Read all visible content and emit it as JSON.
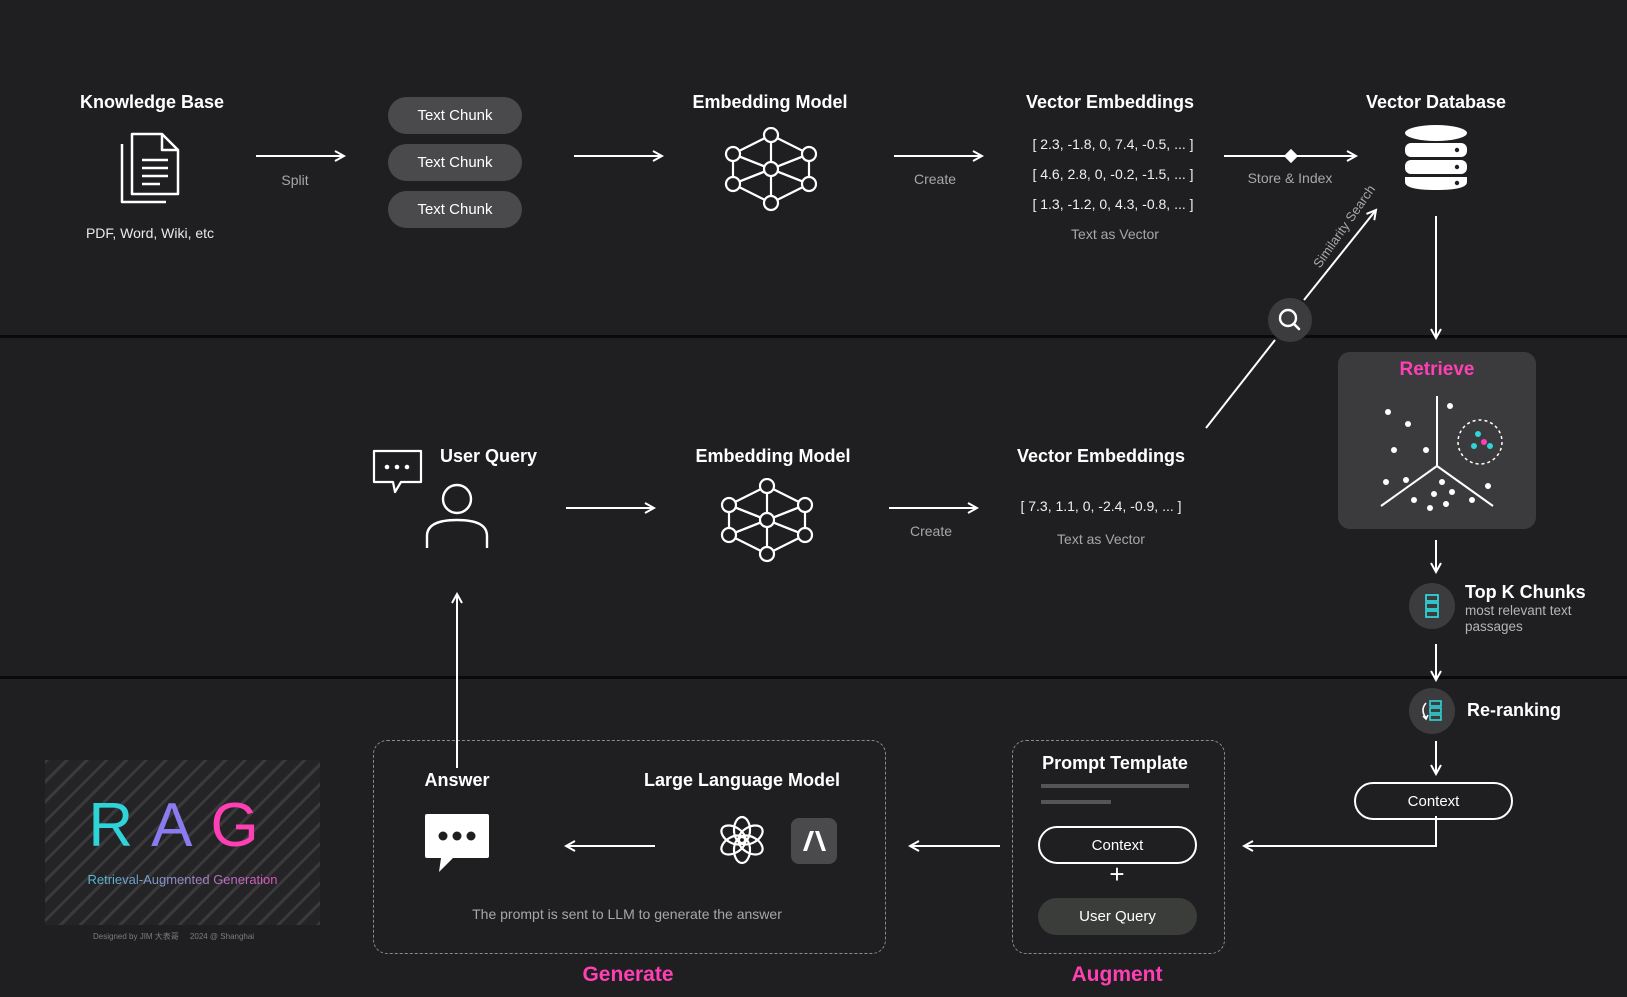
{
  "indexing": {
    "knowledge_base": {
      "title": "Knowledge Base",
      "caption": "PDF, Word, Wiki, etc"
    },
    "split_label": "Split",
    "chunks": [
      "Text Chunk",
      "Text Chunk",
      "Text Chunk"
    ],
    "embedding_model": "Embedding Model",
    "create_label": "Create",
    "vector_embeddings": {
      "title": "Vector Embeddings",
      "rows": [
        "[ 2.3, -1.8, 0, 7.4, -0.5, ... ]",
        "[ 4.6, 2.8, 0, -0.2, -1.5, ... ]",
        "[ 1.3, -1.2, 0, 4.3, -0.8, ... ]"
      ],
      "caption": "Text as Vector"
    },
    "store_label": "Store & Index",
    "vector_database": "Vector Database",
    "similarity_label": "Similarity Search"
  },
  "query": {
    "user_query": "User Query",
    "embedding_model": "Embedding Model",
    "create_label": "Create",
    "vector_embeddings": {
      "title": "Vector Embeddings",
      "row": "[ 7.3, 1.1, 0, -2.4, -0.9, ... ]",
      "caption": "Text as Vector"
    },
    "retrieve": "Retrieve",
    "top_k": {
      "title": "Top K Chunks",
      "caption": "most relevant text passages"
    },
    "reranking": "Re-ranking",
    "context": "Context"
  },
  "generate": {
    "answer": "Answer",
    "llm": "Large Language Model",
    "caption": "The prompt is sent to LLM to generate the answer",
    "section": "Generate"
  },
  "augment": {
    "prompt_template": "Prompt Template",
    "context": "Context",
    "plus": "+",
    "user_query": "User Query",
    "section": "Augment"
  },
  "logo": {
    "letters": [
      "R",
      "A",
      "G"
    ],
    "subtitle": "Retrieval-Augmented Generation",
    "credit": "Designed by JIM 大表哥     2024 @ Shanghai"
  },
  "colors": {
    "background": "#1f1f21",
    "accent_pink": "#ff3fb4",
    "accent_cyan": "#2fd4d8",
    "accent_purple": "#8a7cf0",
    "panel": "#3b3b3e"
  },
  "icons": [
    "document-icon",
    "neural-network-icon",
    "database-icon",
    "search-icon",
    "chat-bubble-icon",
    "user-icon",
    "scatter-plot-icon",
    "chunks-icon",
    "rerank-icon",
    "openai-icon",
    "anthropic-icon"
  ]
}
